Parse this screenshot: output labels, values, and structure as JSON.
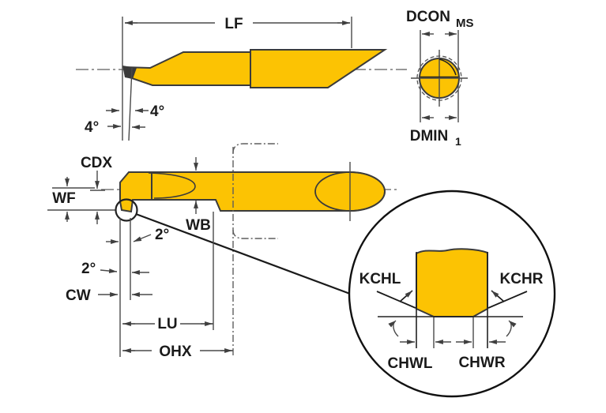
{
  "labels": {
    "side_view": {
      "lf": "LF",
      "taper_right": "4°",
      "taper_left": "4°"
    },
    "end_view": {
      "dcon": "DCON",
      "ms": "MS",
      "dmin": "DMIN",
      "dmin_sub": "1"
    },
    "front_view": {
      "cdx": "CDX",
      "wf": "WF",
      "wb": "WB",
      "clearance_upper": "2°",
      "clearance_lower": "2°",
      "cw": "CW",
      "lu": "LU",
      "ohx": "OHX"
    },
    "detail_view": {
      "kchl": "KCHL",
      "kchr": "KCHR",
      "chwl": "CHWL",
      "chwr": "CHWR"
    }
  },
  "colors": {
    "tool": "#FCC303",
    "outline": "#3B3B3B",
    "dimension": "#4A4A4A",
    "text": "#1A1A1A",
    "background": "#FFFFFF"
  }
}
